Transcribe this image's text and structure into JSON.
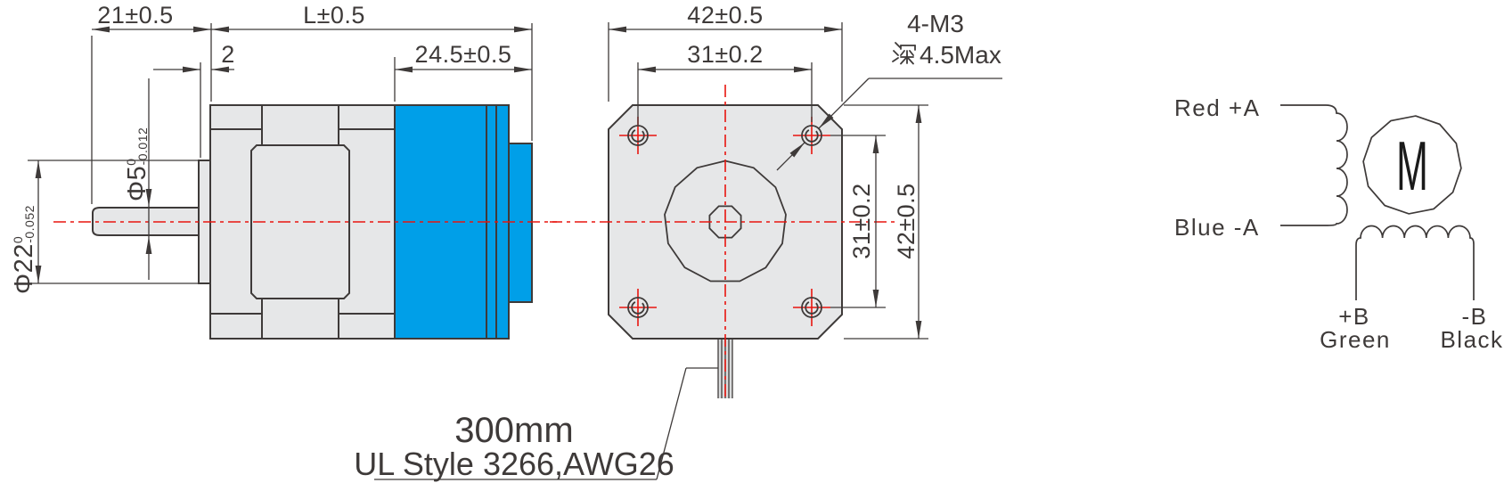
{
  "side_view": {
    "shaft_length": "21±0.5",
    "total_length": "L±0.5",
    "flange_thickness": "2",
    "motor_length": "24.5±0.5",
    "shaft_diameter": {
      "prefix": "Φ5",
      "upper": "0",
      "lower": "-0.012"
    },
    "pilot_diameter": {
      "prefix": "Φ22",
      "upper": "0",
      "lower": "-0.052"
    }
  },
  "front_view": {
    "body_width": "42±0.5",
    "hole_spacing_horizontal": "31±0.2",
    "hole_spacing_vertical": "31±0.2",
    "body_height": "42±0.5",
    "mounting_holes_note": "4-M3",
    "hole_depth_note": "深4.5Max",
    "hole_depth_note_latin": "4.5Max",
    "lead_wire_length": "300mm",
    "lead_wire_spec": "UL Style 3266,AWG26"
  },
  "wiring_diagram": {
    "phase_a_positive": "Red +A",
    "phase_a_negative": "Blue -A",
    "motor_symbol": "M",
    "phase_b_positive": "+B",
    "phase_b_positive_color": "Green",
    "phase_b_negative": "-B",
    "phase_b_negative_color": "Black"
  },
  "colors": {
    "line": "#3E3A39",
    "centerline_red": "#E8150F",
    "body_gray": "#E6E7E8",
    "motor_blue": "#009FE8"
  }
}
